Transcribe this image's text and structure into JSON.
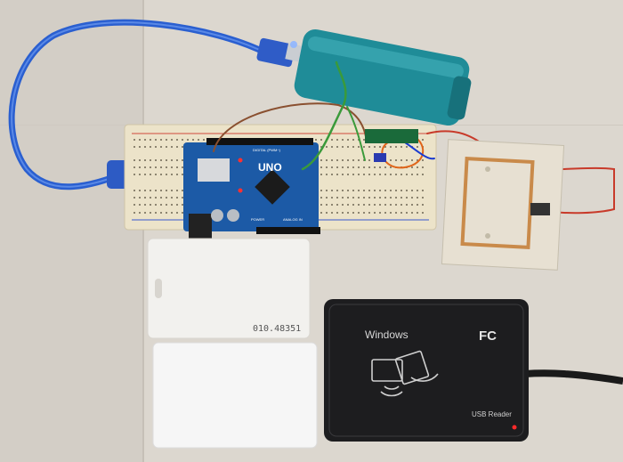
{
  "arduino": {
    "model_label": "UNO",
    "brand_label": "DIGITAL (PWM~)",
    "power_label": "POWER",
    "analog_label": "ANALOG IN"
  },
  "rfid_card": {
    "serial_number": "010.48351"
  },
  "usb_reader": {
    "brand_label": "Windows",
    "cert_mark": "FC",
    "product_label": "USB Reader"
  },
  "colors": {
    "usb_cable": "#2a5fd0",
    "power_bank": "#1f8c98",
    "breadboard": "#ece3c9",
    "arduino_pcb": "#1c5aa6",
    "reader_body": "#1d1d1f",
    "antenna_copper": "#c98a4a"
  }
}
